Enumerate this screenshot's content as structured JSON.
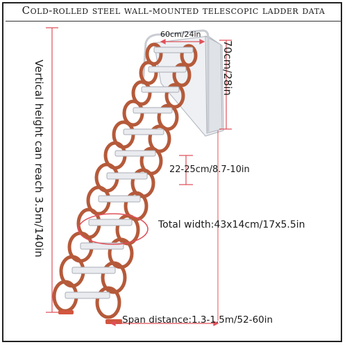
{
  "title": "Cold-rolled steel wall-mounted telescopic ladder data",
  "labels": {
    "width": "60cm/24in",
    "fold_height": "70cm/28in",
    "step_spacing": "22-25cm/8.7-10in",
    "total_width": "Total width:43x14cm/17x5.5in",
    "span": "Span distance:1.3-1.5m/52-60in",
    "vertical": "Vertical height can reach 3.5m/140in"
  },
  "colors": {
    "dimension_line": "#e0505a",
    "ladder_link": "#b55a3a",
    "steel": "#e6e8ec",
    "frame": "#222222"
  }
}
